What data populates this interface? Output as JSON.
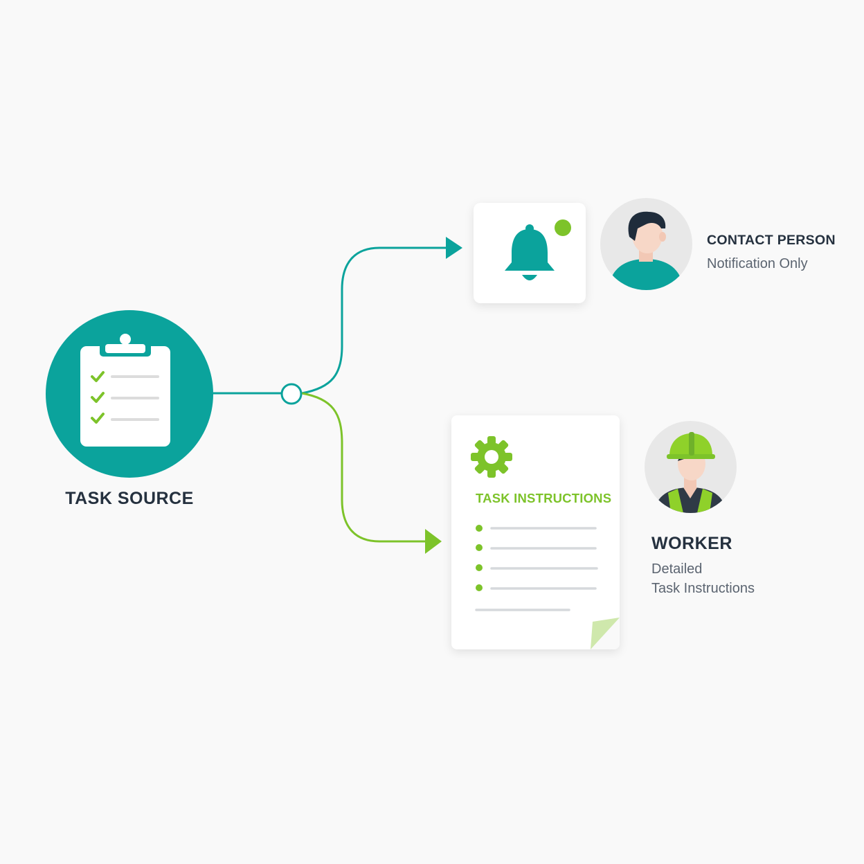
{
  "source": {
    "label": "TASK SOURCE",
    "icon": "clipboard-checklist-icon"
  },
  "notification": {
    "icon": "bell-icon",
    "badge": "status-dot"
  },
  "instructions": {
    "title": "TASK INSTRUCTIONS",
    "icon": "gear-icon",
    "bullet_count": 4
  },
  "contact_person": {
    "title": "CONTACT PERSON",
    "description": "Notification Only"
  },
  "worker": {
    "title": "WORKER",
    "description_line1": "Detailed",
    "description_line2": "Task Instructions"
  },
  "colors": {
    "teal": "#0ba39c",
    "green": "#7dc32a",
    "text_dark": "#25313f",
    "text_muted": "#5b6470"
  }
}
